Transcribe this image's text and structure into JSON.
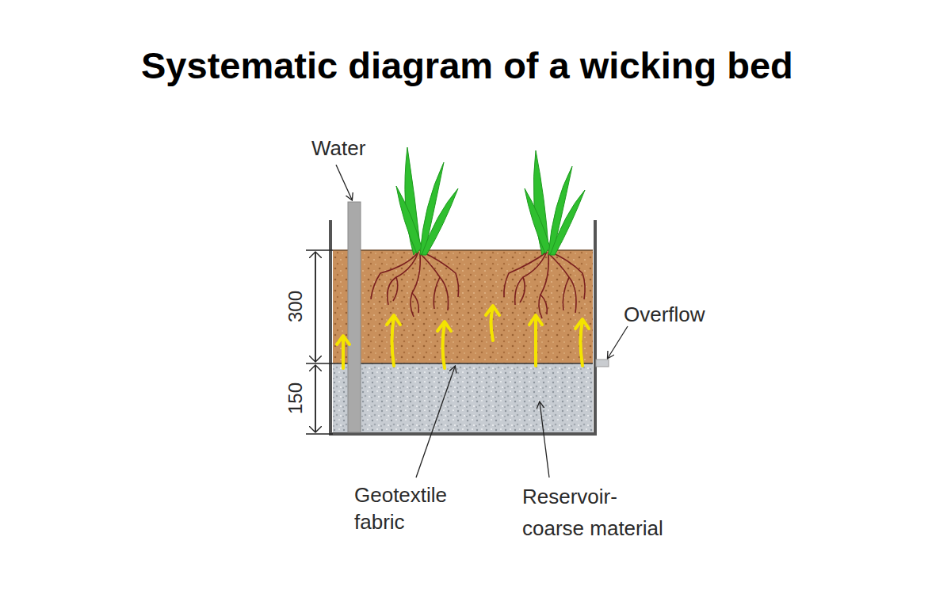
{
  "diagram": {
    "title": "Systematic diagram of a wicking bed",
    "labels": [
      "Water",
      "300",
      "150",
      "Overflow",
      "Geotextile fabric",
      "Reservoir- coarse material"
    ]
  }
}
